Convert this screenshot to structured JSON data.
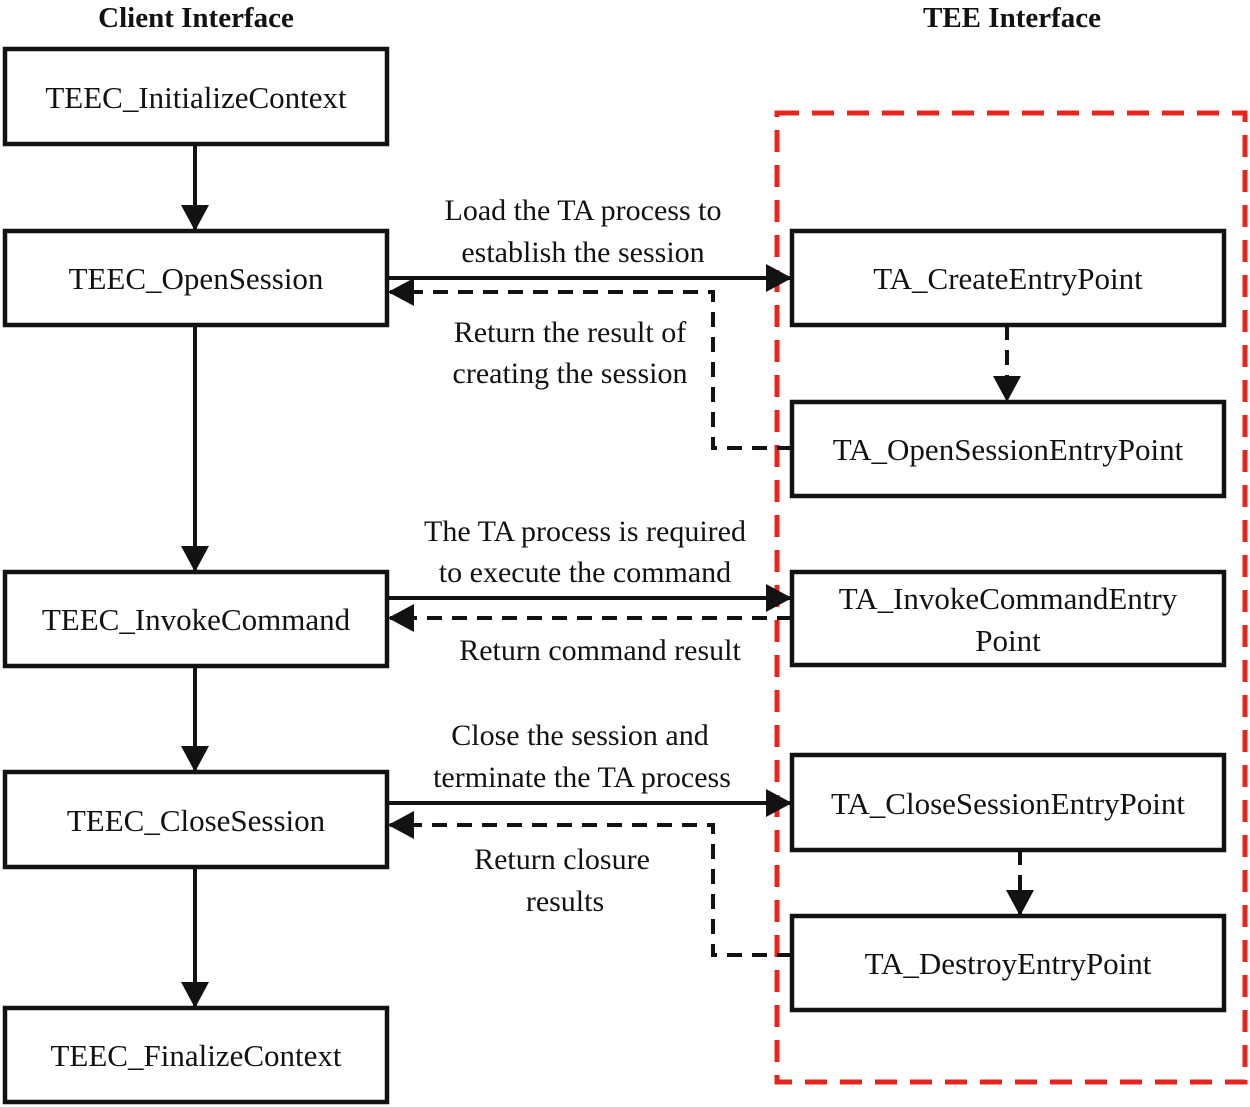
{
  "titles": {
    "client": "Client Interface",
    "tee": "TEE Interface"
  },
  "client_column": {
    "boxes": [
      {
        "label": "TEEC_InitializeContext"
      },
      {
        "label": "TEEC_OpenSession"
      },
      {
        "label": "TEEC_InvokeCommand"
      },
      {
        "label": "TEEC_CloseSession"
      },
      {
        "label": "TEEC_FinalizeContext"
      }
    ]
  },
  "tee_column": {
    "boxes": [
      {
        "label": "TA_CreateEntryPoint"
      },
      {
        "label": "TA_OpenSessionEntryPoint"
      },
      {
        "label_line1": "TA_InvokeCommandEntry",
        "label_line2": "Point"
      },
      {
        "label": "TA_CloseSessionEntryPoint"
      },
      {
        "label": "TA_DestroyEntryPoint"
      }
    ]
  },
  "arrow_labels": {
    "open_request_line1": "Load the TA process to",
    "open_request_line2": "establish the session",
    "open_return_line1": "Return the result of",
    "open_return_line2": "creating the session",
    "invoke_request_line1": "The TA process is required",
    "invoke_request_line2": "to execute the command",
    "invoke_return": "Return command result",
    "close_request_line1": "Close the session and",
    "close_request_line2": "terminate the TA process",
    "close_return_line1": "Return closure",
    "close_return_line2": "results"
  },
  "colors": {
    "line": "#121212",
    "tee_boundary": "#e8251d",
    "background": "#ffffff"
  }
}
